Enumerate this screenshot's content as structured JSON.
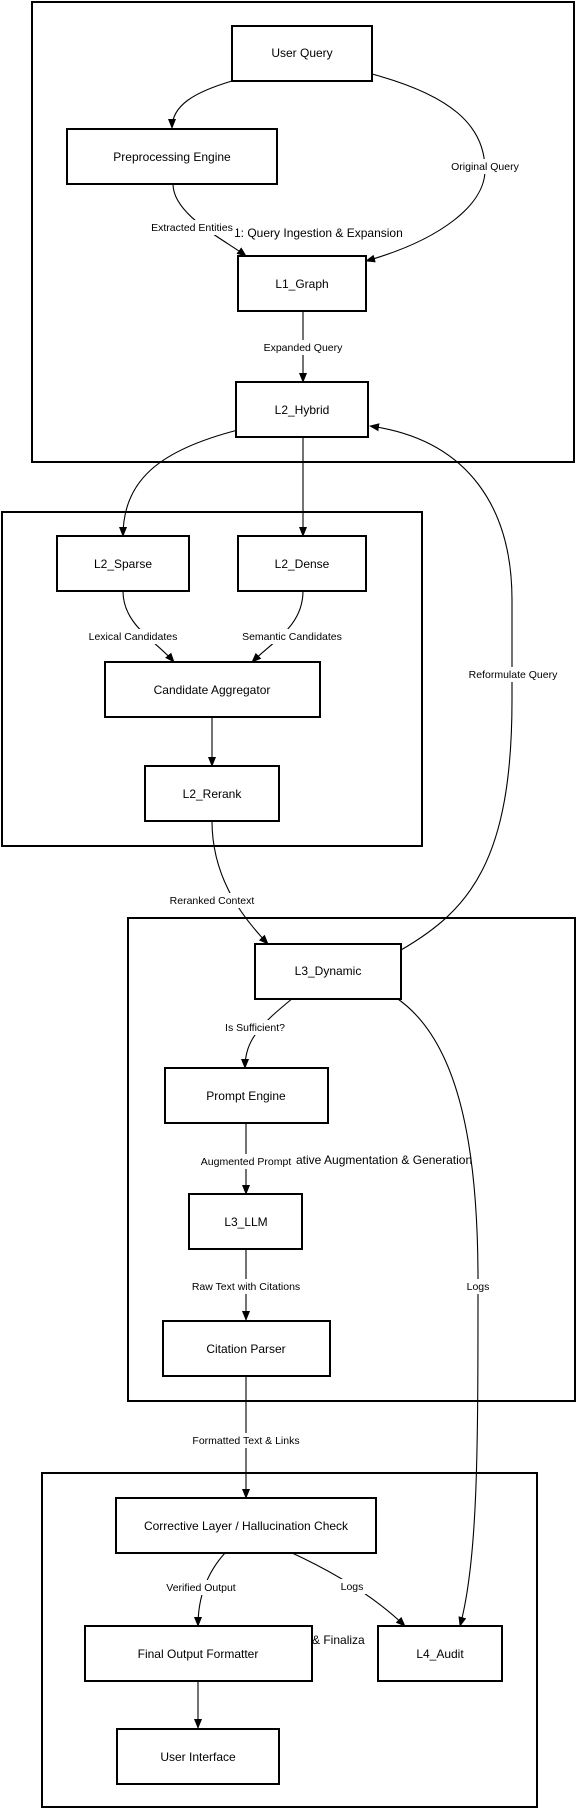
{
  "groups": {
    "ingestion": "1: Query Ingestion & Expansion",
    "augmentation": "ative Augmentation & Generation",
    "finalize": "ce & Finaliza"
  },
  "nodes": {
    "user_query": "User Query",
    "preprocessing": "Preprocessing Engine",
    "l1_graph": "L1_Graph",
    "l2_hybrid": "L2_Hybrid",
    "l2_sparse": "L2_Sparse",
    "l2_dense": "L2_Dense",
    "candidate_aggregator": "Candidate Aggregator",
    "l2_rerank": "L2_Rerank",
    "l3_dynamic": "L3_Dynamic",
    "prompt_engine": "Prompt Engine",
    "l3_llm": "L3_LLM",
    "citation_parser": "Citation Parser",
    "corrective_layer": "Corrective Layer / Hallucination Check",
    "final_formatter": "Final Output Formatter",
    "l4_audit": "L4_Audit",
    "user_interface": "User Interface"
  },
  "edges": {
    "original_query": "Original Query",
    "extracted_entities": "Extracted Entities",
    "expanded_query": "Expanded Query",
    "lexical_candidates": "Lexical Candidates",
    "semantic_candidates": "Semantic Candidates",
    "reformulate_query": "Reformulate Query",
    "reranked_context": "Reranked Context",
    "is_sufficient": "Is Sufficient?",
    "augmented_prompt": "Augmented Prompt",
    "raw_text_citations": "Raw Text with Citations",
    "logs_l3": "Logs",
    "formatted_text_links": "Formatted Text & Links",
    "verified_output": "Verified Output",
    "logs_corrective": "Logs"
  }
}
